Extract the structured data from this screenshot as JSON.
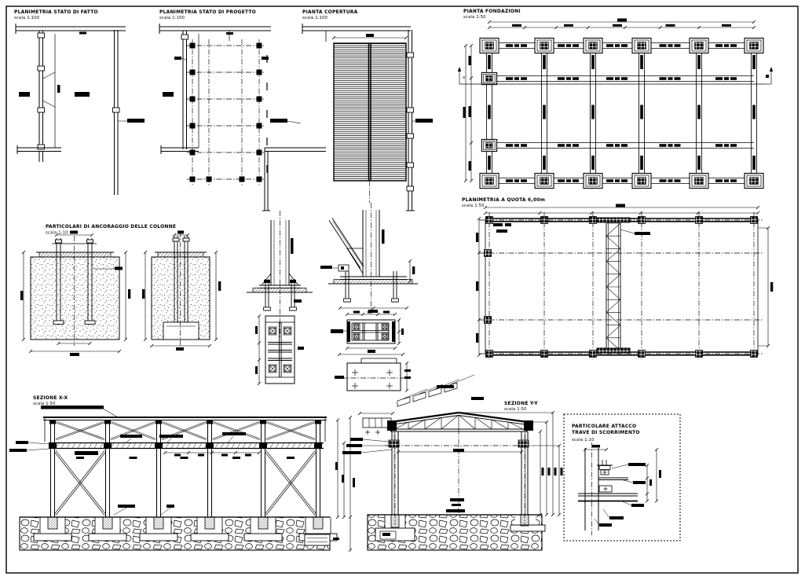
{
  "sheet": {
    "type": "structural steel shed working drawings"
  },
  "titles": {
    "plan_fatto": {
      "t": "PLANIMETRIA STATO DI FATTO",
      "s": "scala 1:100"
    },
    "plan_progetto": {
      "t": "PLANIMETRIA STATO DI PROGETTO",
      "s": "scala 1:100"
    },
    "pianta_copertura": {
      "t": "PIANTA COPERTURA",
      "s": "scala 1:100"
    },
    "pianta_fondazioni": {
      "t": "PIANTA FONDAZIONI",
      "s": "scala 1:50"
    },
    "plan_quota": {
      "t": "PLANIMETRIA A QUOTA 6,00m",
      "s": "scala 1:50"
    },
    "anchor_details": {
      "t": "PARTICOLARI DI ANCORAGGIO DELLE COLONNE",
      "s": "scala 1:10"
    },
    "sezione_xx": {
      "t": "SEZIONE X-X",
      "s": "scala 1:50"
    },
    "sezione_yy": {
      "t": "SEZIONE Y-Y",
      "s": "scala 1:50"
    },
    "part_attacco": {
      "t1": "PARTICOLARE ATTACCO",
      "t2": "TRAVE DI SCORRIMENTO",
      "s": "scala 1:10"
    }
  },
  "axis": {
    "x_marker": "x"
  },
  "colors": {
    "ink": "#000000",
    "paper": "#ffffff"
  }
}
